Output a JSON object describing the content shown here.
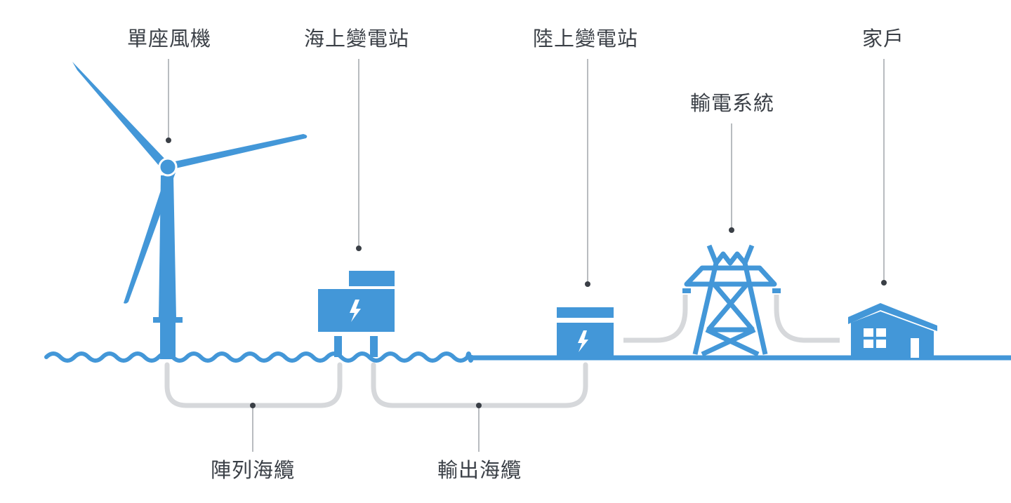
{
  "colors": {
    "blue": "#4397d8",
    "cable_gray": "#d6d8db",
    "leader_line": "#8a8f95",
    "dot": "#3a3f46",
    "text": "#3a3f46"
  },
  "labels": {
    "wind_turbine": "單座風機",
    "offshore_substation": "海上變電站",
    "onshore_substation": "陸上變電站",
    "transmission_system": "輸電系統",
    "household": "家戶",
    "array_cable": "陣列海纜",
    "export_cable": "輸出海纜"
  },
  "icons": {
    "wind_turbine": "wind-turbine-icon",
    "offshore_substation": "offshore-substation-icon",
    "onshore_substation": "onshore-substation-icon",
    "transmission_tower": "transmission-tower-icon",
    "house": "house-icon",
    "lightning": "lightning-bolt-icon"
  }
}
